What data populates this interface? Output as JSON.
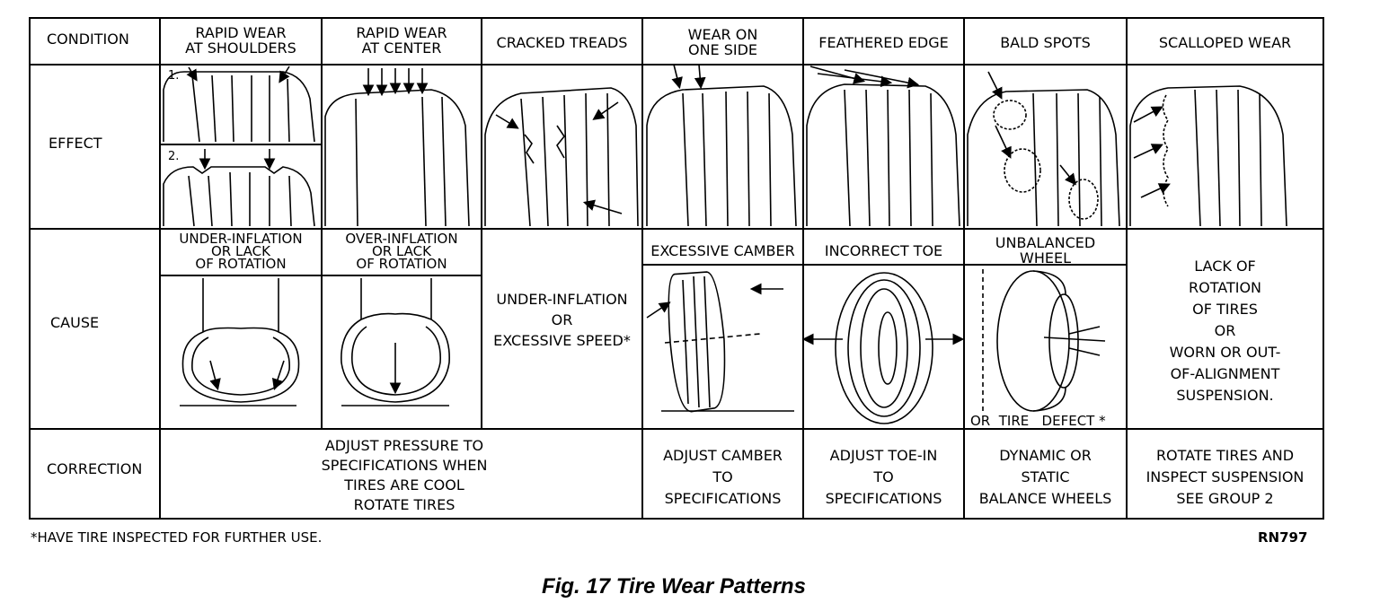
{
  "table": {
    "row_labels": {
      "condition": "CONDITION",
      "effect": "EFFECT",
      "cause": "CAUSE",
      "correction": "CORRECTION"
    },
    "conditions": [
      "RAPID WEAR\nAT  SHOULDERS",
      "RAPID WEAR\nAT CENTER",
      "CRACKED TREADS",
      "WEAR ON\nONE SIDE",
      "FEATHERED EDGE",
      "BALD SPOTS",
      "SCALLOPED   WEAR"
    ],
    "effect_markers": [
      "1.",
      "2."
    ],
    "causes": {
      "shoulders": "UNDER-INFLATION\nOR LACK\nOF ROTATION",
      "center": "OVER-INFLATION\nOR LACK\nOF ROTATION",
      "cracked": "UNDER-INFLATION\nOR\nEXCESSIVE SPEED*",
      "one_side": "EXCESSIVE CAMBER",
      "feathered": "INCORRECT TOE",
      "bald": "UNBALANCED\nWHEEL",
      "bald_extra": "OR  TIRE   DEFECT *",
      "scalloped": "LACK   OF\nROTATION\nOF   TIRES\nOR\nWORN OR OUT-\nOF-ALIGNMENT\nSUSPENSION."
    },
    "corrections": {
      "pressure": "ADJUST PRESSURE TO\nSPECIFICATIONS WHEN\nTIRES ARE COOL\nROTATE TIRES",
      "camber": "ADJUST CAMBER\nTO\nSPECIFICATIONS",
      "toe": "ADJUST TOE-IN\nTO\nSPECIFICATIONS",
      "balance": "DYNAMIC OR\nSTATIC\nBALANCE WHEELS",
      "rotate": "ROTATE TIRES AND\nINSPECT SUSPENSION\nSEE GROUP 2"
    }
  },
  "footnote": "*HAVE TIRE INSPECTED FOR FURTHER USE.",
  "ref_code": "RN797",
  "caption": "Fig. 17 Tire Wear Patterns"
}
